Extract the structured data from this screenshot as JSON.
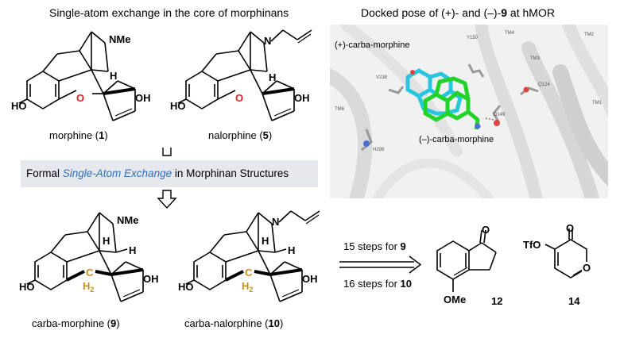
{
  "header": {
    "left_title": "Single-atom exchange in the core of morphinans",
    "right_title_a": "Docked pose of (+)- and (–)-",
    "right_title_num": "9",
    "right_title_b": " at hMOR"
  },
  "molecules": {
    "morphine": {
      "name": "morphine (",
      "num": "1",
      "close": ")",
      "nme": "NMe",
      "oh1": "HO",
      "oh2": "OH",
      "ring_o": "O",
      "h": "H"
    },
    "nalorphine": {
      "name": "nalorphine (",
      "num": "5",
      "close": ")",
      "n": "N",
      "oh1": "HO",
      "oh2": "OH",
      "ring_o": "O",
      "h": "H"
    },
    "carba_morphine": {
      "name": "carba-morphine (",
      "num": "9",
      "close": ")",
      "nme": "NMe",
      "oh1": "HO",
      "oh2": "OH",
      "c": "C",
      "h2": "H",
      "h2sub": "2",
      "h": "H",
      "h_b": "H"
    },
    "carba_nalorphine": {
      "name": "carba-nalorphine (",
      "num": "10",
      "close": ")",
      "n": "N",
      "oh1": "HO",
      "oh2": "OH",
      "c": "C",
      "h2": "H",
      "h2sub": "2",
      "h": "H",
      "h_b": "H"
    },
    "indanone": {
      "num": "12",
      "ome": "OMe",
      "o": "O"
    },
    "pyranone": {
      "num": "14",
      "otf": "TfO",
      "o1": "O",
      "o2": "O"
    }
  },
  "banner": {
    "prefix": "Formal ",
    "highlight": "Single-Atom Exchange",
    "suffix": " in Morphinan Structures"
  },
  "arrows": {
    "steps_9_text": "15 steps for ",
    "steps_9_num": "9",
    "steps_10_text": "16 steps for ",
    "steps_10_num": "10"
  },
  "docking": {
    "plus_label": "(+)-carba-morphine",
    "minus_label": "(–)-carba-morphine",
    "residues": [
      "Y150",
      "V238",
      "D149",
      "Q124",
      "H299"
    ],
    "helices": [
      "TM4",
      "TM2",
      "TM3",
      "TM6",
      "TM1"
    ],
    "colors": {
      "plus_ligand": "#29c6e0",
      "minus_ligand": "#22d42a",
      "backbone": "#dcdcdc"
    }
  },
  "colors": {
    "accent_orange": "#c8901a",
    "highlight_blue": "#2f6fb8",
    "banner_bg": "#e6e8ee"
  }
}
